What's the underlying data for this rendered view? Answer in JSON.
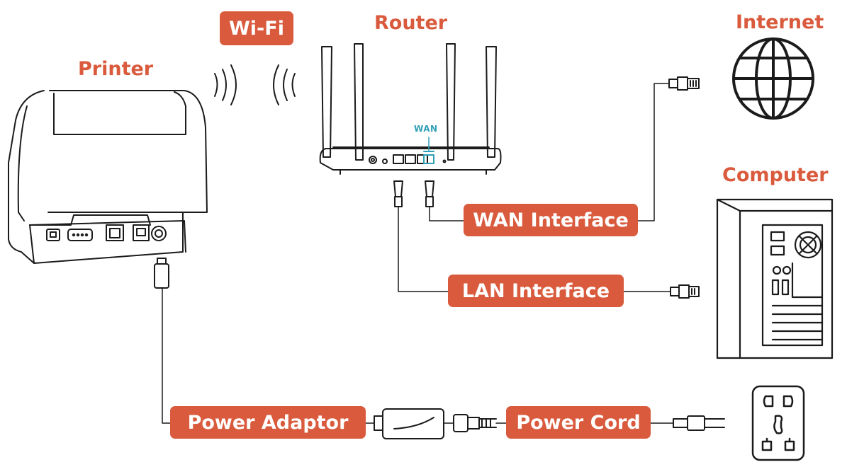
{
  "colors": {
    "accent": "#d95a3c",
    "ink": "#1b1b1b",
    "wan_highlight": "#2f9fb5"
  },
  "labels": {
    "wifi": "Wi-Fi",
    "router": "Router",
    "printer": "Printer",
    "internet": "Internet",
    "computer": "Computer",
    "wan_port": "WAN"
  },
  "connections": {
    "wan_interface": "WAN Interface",
    "lan_interface": "LAN Interface",
    "power_adaptor": "Power Adaptor",
    "power_cord": "Power Cord"
  },
  "icons": [
    "printer-icon",
    "router-icon",
    "globe-icon",
    "computer-tower-icon",
    "power-outlet-icon",
    "wifi-waves-icon",
    "ethernet-plug-icon",
    "power-adaptor-icon",
    "power-plug-icon"
  ]
}
